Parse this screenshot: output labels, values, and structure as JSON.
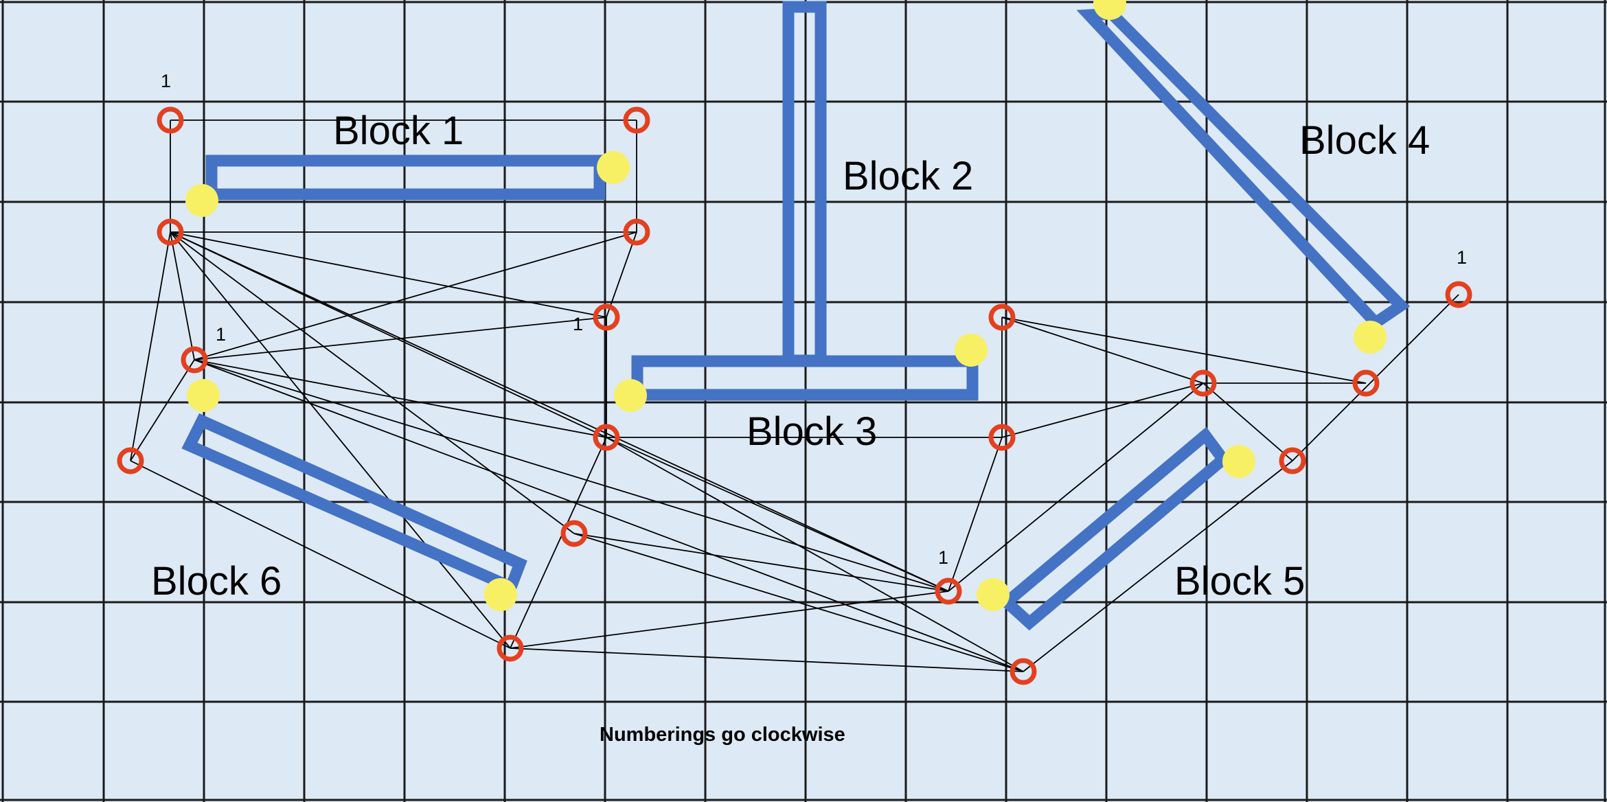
{
  "colors": {
    "background": "#dde9f5",
    "grid": "#1a1a1a",
    "block": "#4472c4",
    "node": "#e3401f",
    "marker": "#f7f065",
    "edge": "#000000"
  },
  "blocks": [
    {
      "id": "block-1",
      "label": "Block 1"
    },
    {
      "id": "block-2",
      "label": "Block 2"
    },
    {
      "id": "block-3",
      "label": "Block 3"
    },
    {
      "id": "block-4",
      "label": "Block 4"
    },
    {
      "id": "block-5",
      "label": "Block 5"
    },
    {
      "id": "block-6",
      "label": "Block 6"
    }
  ],
  "numbering_labels": [
    "1",
    "1",
    "1",
    "1",
    "1"
  ],
  "note": "Numberings go clockwise"
}
